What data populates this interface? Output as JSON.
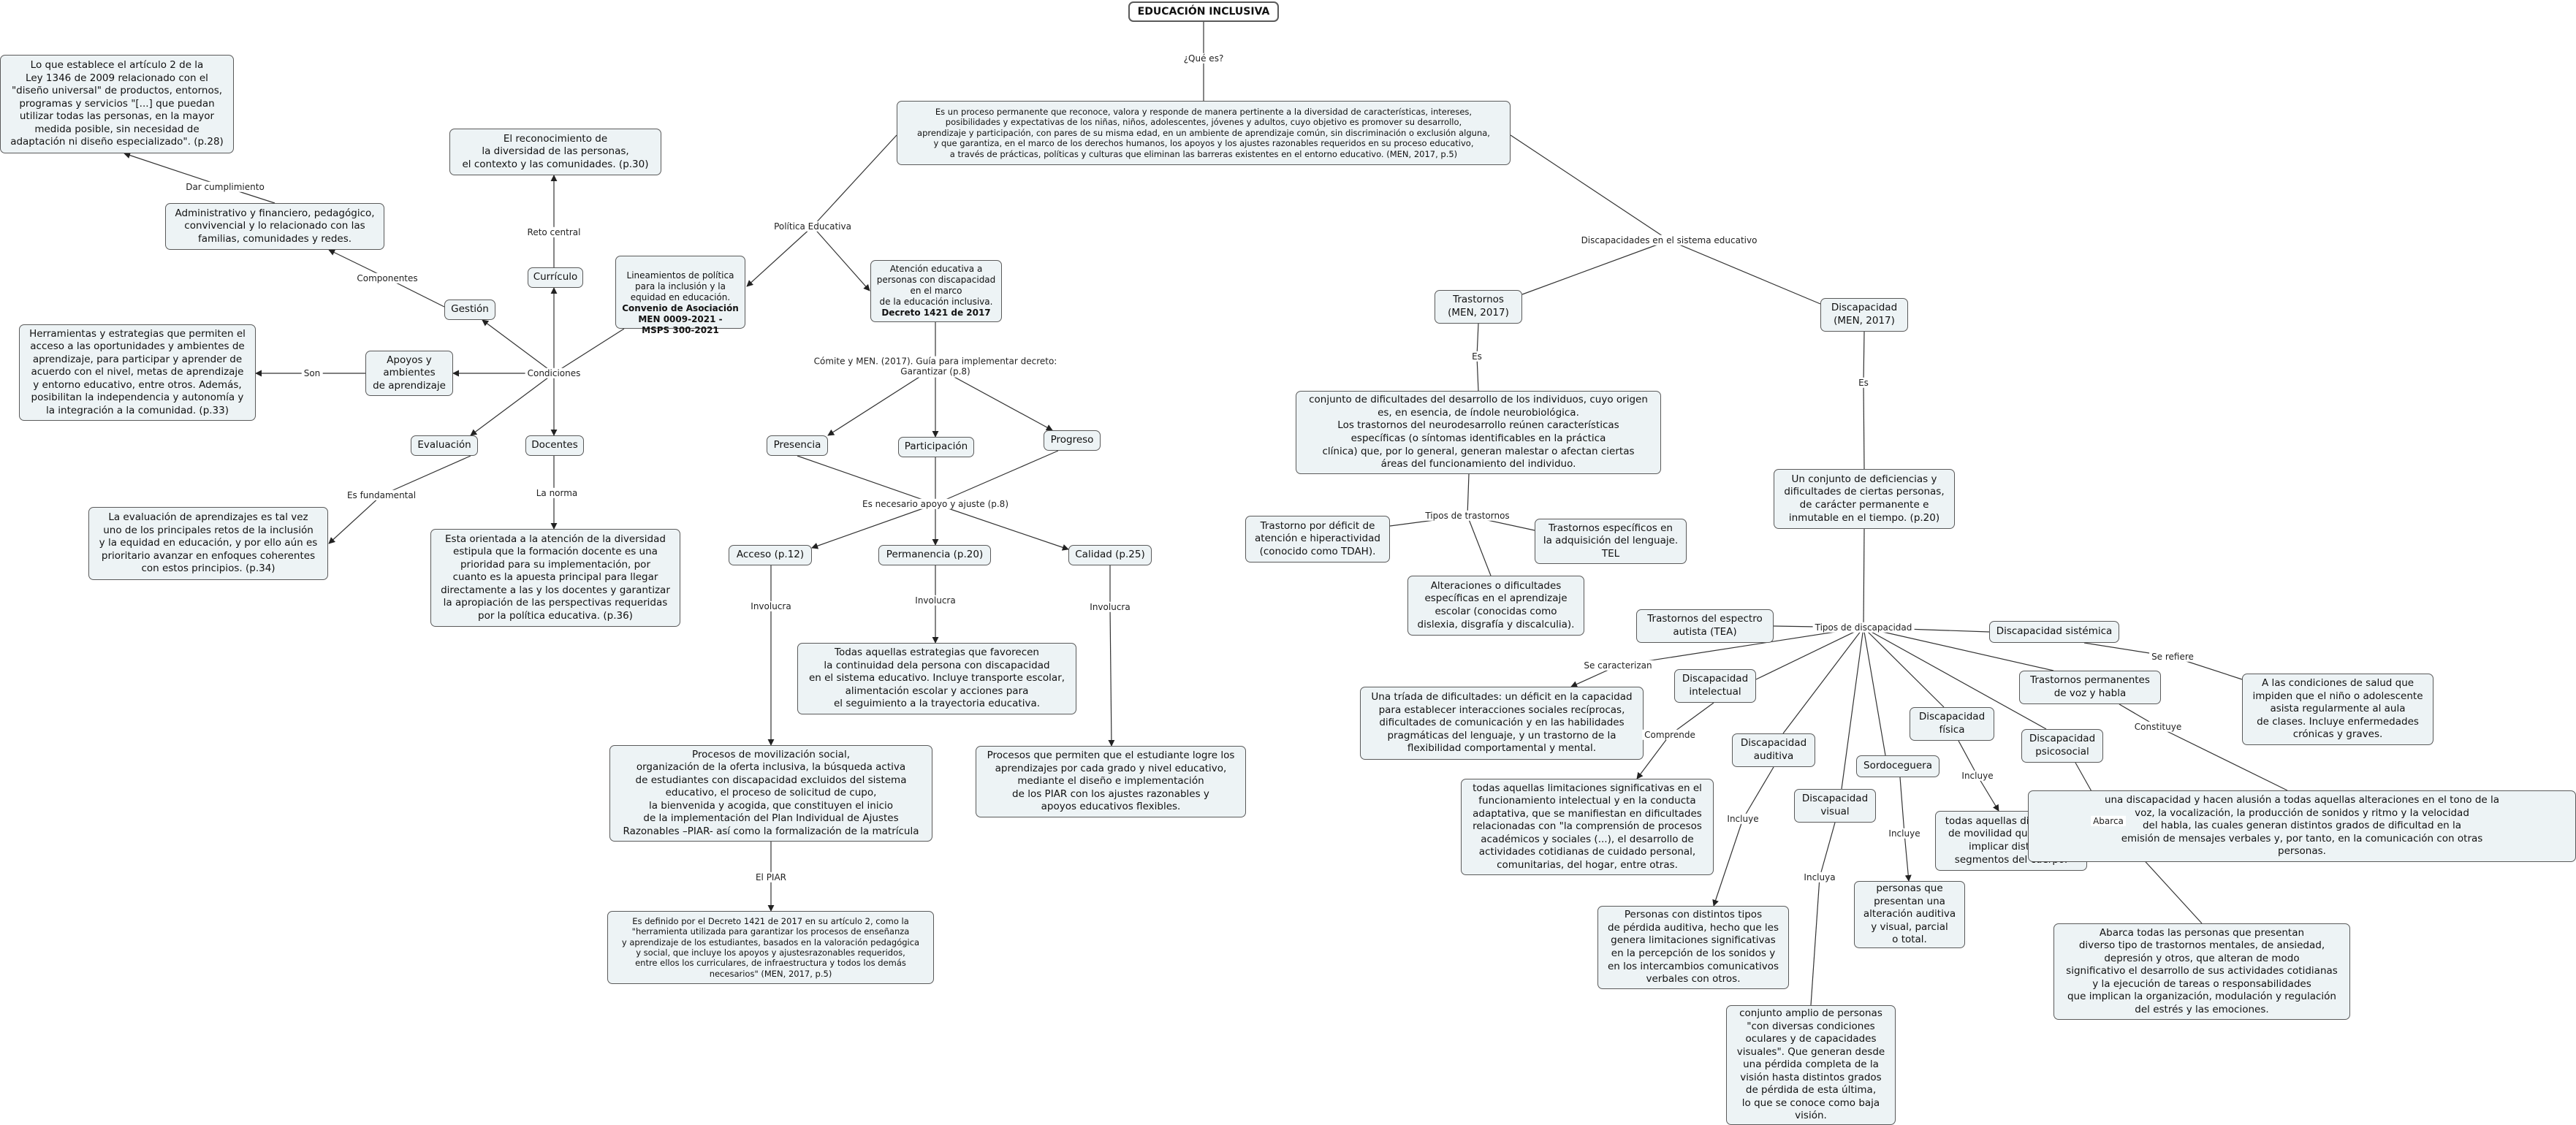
{
  "title": "EDUCACIÓN INCLUSIVA",
  "nodes": {
    "root": "EDUCACIÓN INCLUSIVA",
    "def": "Es un proceso permanente que reconoce, valora y responde de manera pertinente a la diversidad de características, intereses,\nposibilidades y expectativas de los niñas, niños, adolescentes, jóvenes y adultos, cuyo objetivo es promover su desarrollo,\naprendizaje y participación, con pares de su misma edad, en un ambiente de aprendizaje común, sin discriminación o exclusión alguna,\ny que garantiza, en el marco de los derechos humanos, los apoyos y los ajustes razonables requeridos en su proceso educativo,\na través de prácticas, políticas y culturas que eliminan las barreras existentes en el entorno educativo. (MEN, 2017, p.5)",
    "lineamientos": "Lineamientos de política\npara la inclusión y la\nequidad en educación.\nConvenio de Asociación\nMEN 0009-2021 -\nMSPS 300-2021",
    "atencion": "Atención educativa a\npersonas con discapacidad\nen el marco\nde la educación inclusiva.\nDecreto 1421 de 2017",
    "articulo": "Lo que establece el artículo 2 de la\nLey 1346 de 2009 relacionado con el\n\"diseño universal\" de productos, entornos,\nprogramas y servicios \"[...] que puedan\nutilizar todas las personas, en la mayor\nmedida posible, sin necesidad de\nadaptación ni diseño especializado\". (p.28)",
    "reconocimiento": "El reconocimiento de\nla diversidad de las personas,\nel contexto y las comunidades. (p.30)",
    "administrativo": "Administrativo y financiero, pedagógico,\nconvivencial y lo relacionado con las\nfamilias, comunidades y redes.",
    "gestion": "Gestión",
    "curriculo": "Currículo",
    "herramientas": "Herramientas y estrategias que permiten el\nacceso a las oportunidades y ambientes de\naprendizaje, para participar y aprender de\nacuerdo con el nivel, metas de aprendizaje\ny entorno educativo, entre otros. Además,\nposibilitan la independencia y autonomía y\nla integración a la comunidad. (p.33)",
    "apoyos": "Apoyos y\nambientes\nde aprendizaje",
    "evaluacion": "Evaluación",
    "docentes": "Docentes",
    "evaltexto": "La evaluación de aprendizajes es tal vez\nuno de los principales retos de la inclusión\ny la equidad en educación, y por ello aún es\nprioritario avanzar en enfoques coherentes\ncon estos principios. (p.34)",
    "orientada": "Esta orientada a la atención de la diversidad\nestipula que la formación docente es una\nprioridad para su implementación, por\ncuanto es la apuesta principal para llegar\ndirectamente a las y los docentes y garantizar\nla apropiación de las perspectivas requeridas\npor la política educativa. (p.36)",
    "presencia": "Presencia",
    "participacion": "Participación",
    "progreso": "Progreso",
    "acceso": "Acceso (p.12)",
    "permanencia": "Permanencia (p.20)",
    "calidad": "Calidad (p.25)",
    "todas_estrategias": "Todas aquellas estrategias que favorecen\nla continuidad dela persona con discapacidad\nen el sistema educativo. Incluye transporte escolar,\nalimentación escolar y acciones para\nel seguimiento a la trayectoria educativa.",
    "procesos_mov": "Procesos de movilización social,\norganización de la oferta inclusiva, la búsqueda activa\nde estudiantes con discapacidad excluidos del sistema\neducativo, el proceso de solicitud de cupo,\nla bienvenida y acogida, que constituyen el inicio\nde la implementación del Plan Individual de Ajustes\nRazonables –PIAR- así como la formalización de la matrícula",
    "procesos_logre": "Procesos que permiten que el estudiante logre los\naprendizajes por cada grado y nivel educativo,\nmediante el diseño e implementación\nde los PIAR con los ajustes razonables y\napoyos educativos flexibles.",
    "piar": "Es definido por el Decreto 1421 de 2017 en su artículo 2, como la\n\"herramienta utilizada para garantizar los procesos de enseñanza\ny aprendizaje de los estudiantes, basados en la valoración pedagógica\ny social, que incluye los apoyos y ajustesrazonables requeridos,\nentre ellos los curriculares, de infraestructura y todos los demás\nnecesarios\" (MEN, 2017, p.5)",
    "trastornos": "Trastornos\n(MEN, 2017)",
    "discapacidad": "Discapacidad\n(MEN, 2017)",
    "conjunto_dif": "conjunto de dificultades del desarrollo de los individuos, cuyo origen\nes, en esencia, de índole neurobiológica.\nLos trastornos del neurodesarrollo reúnen características\nespecíficas (o síntomas identificables en la práctica\nclínica) que, por lo general, generan malestar o afectan ciertas\náreas del funcionamiento del individuo.",
    "tdah": "Trastorno por déficit de\natención e hiperactividad\n(conocido como TDAH).",
    "tel": "Trastornos específicos en\nla adquisición del lenguaje.\nTEL",
    "alteraciones": "Alteraciones o dificultades\nespecíficas en el aprendizaje\nescolar (conocidas como\ndislexia, disgrafía y discalculia).",
    "un_conjunto": "Un conjunto de deficiencias y\ndificultades de ciertas personas,\nde carácter permanente e\ninmutable en el tiempo. (p.20)",
    "tea": "Trastornos del espectro\nautista (TEA)",
    "sistemica": "Discapacidad sistémica",
    "triada": "Una tríada de dificultades: un déficit en la capacidad\npara establecer interacciones sociales recíprocas,\ndificultades de comunicación y en las habilidades\npragmáticas del lenguaje, y un trastorno de la\nflexibilidad comportamental y mental.",
    "intelectual": "Discapacidad\nintelectual",
    "fisica": "Discapacidad\nfísica",
    "voz_habla": "Trastornos permanentes\nde voz y habla",
    "condiciones_salud": "A las condiciones de salud que\nimpiden que el niño o adolescente\nasista regularmente al aula\nde clases. Incluye enfermedades\ncrónicas y graves.",
    "auditiva": "Discapacidad\nauditiva",
    "sordoceguera": "Sordoceguera",
    "psicosocial": "Discapacidad\npsicosocial",
    "visual": "Discapacidad\nvisual",
    "limitaciones": "todas aquellas limitaciones significativas en el\nfuncionamiento intelectual y en la conducta\nadaptativa, que se manifiestan en dificultades\nrelacionadas con \"la comprensión de procesos\nacadémicos y sociales (...), el desarrollo de\nactividades cotidianas de cuidado personal,\ncomunitarias, del hogar, entre otras.",
    "movilidad": "todas aquellas dificultades\nde movilidad que pueden\nimplicar distintos\nsegmentos del cuerpo.",
    "una_discapacidad": "una discapacidad y hacen alusión a todas aquellas alteraciones en el tono de la\nvoz, la vocalización, la producción de sonidos y ritmo y la velocidad\ndel habla, las cuales generan distintos grados de dificultad en la\nemisión de mensajes verbales y, por tanto, en la comunicación con otras\npersonas.",
    "perdida_auditiva": "Personas con distintos tipos\nde pérdida auditiva, hecho que les\ngenera limitaciones significativas\nen la percepción de los sonidos y\nen los intercambios comunicativos\nverbales con otros.",
    "alteracion_av": "personas que\npresentan una\nalteración auditiva\ny visual, parcial\no total.",
    "abarca_texto": "Abarca todas las personas que presentan\ndiverso tipo de trastornos mentales, de ansiedad,\ndepresión y otros, que alteran de modo\nsignificativo el desarrollo de sus actividades cotidianas\ny la ejecución de tareas o responsabilidades\nque implican la organización, modulación y regulación\ndel estrés y las emociones.",
    "conjunto_amplio": "conjunto amplio de personas\n\"con diversas condiciones\noculares y de capacidades\nvisuales\". Que generan desde\nuna pérdida completa de la\nvisión hasta distintos grados\nde pérdida de esta última,\nlo que se conoce como baja\nvisión."
  },
  "labels": {
    "que_es": "¿Qué es?",
    "politica": "Política Educativa",
    "discap_sistema": "Discapacidades en el sistema educativo",
    "dar_cumplimiento": "Dar cumplimiento",
    "reto_central": "Reto central",
    "componentes": "Componentes",
    "condiciones": "Condiciones",
    "son": "Son",
    "es_fundamental": "Es fundamental",
    "la_norma": "La norma",
    "comite": "Cómite y MEN. (2017). Guía para implementar decreto:\nGarantizar (p.8)",
    "es_necesario": "Es necesario apoyo y ajuste (p.8)",
    "involucra1": "Involucra",
    "involucra2": "Involucra",
    "involucra3": "Involucra",
    "el_piar": "El PIAR",
    "es1": "Es",
    "es2": "Es",
    "tipos_trastornos": "Tipos de trastornos",
    "tipos_discapacidad": "Tipos de discapacidad",
    "se_caracterizan": "Se caracterizan",
    "comprende": "Comprende",
    "incluye1": "Incluye",
    "incluye2": "Incluye",
    "incluye3": "Incluye",
    "incluya": "Incluya",
    "se_refiere": "Se refiere",
    "constituye": "Constituye",
    "abarca": "Abarca"
  },
  "colors": {
    "node_fill": "#edf3f5",
    "node_border": "#5a5a5a",
    "line": "#333333"
  }
}
